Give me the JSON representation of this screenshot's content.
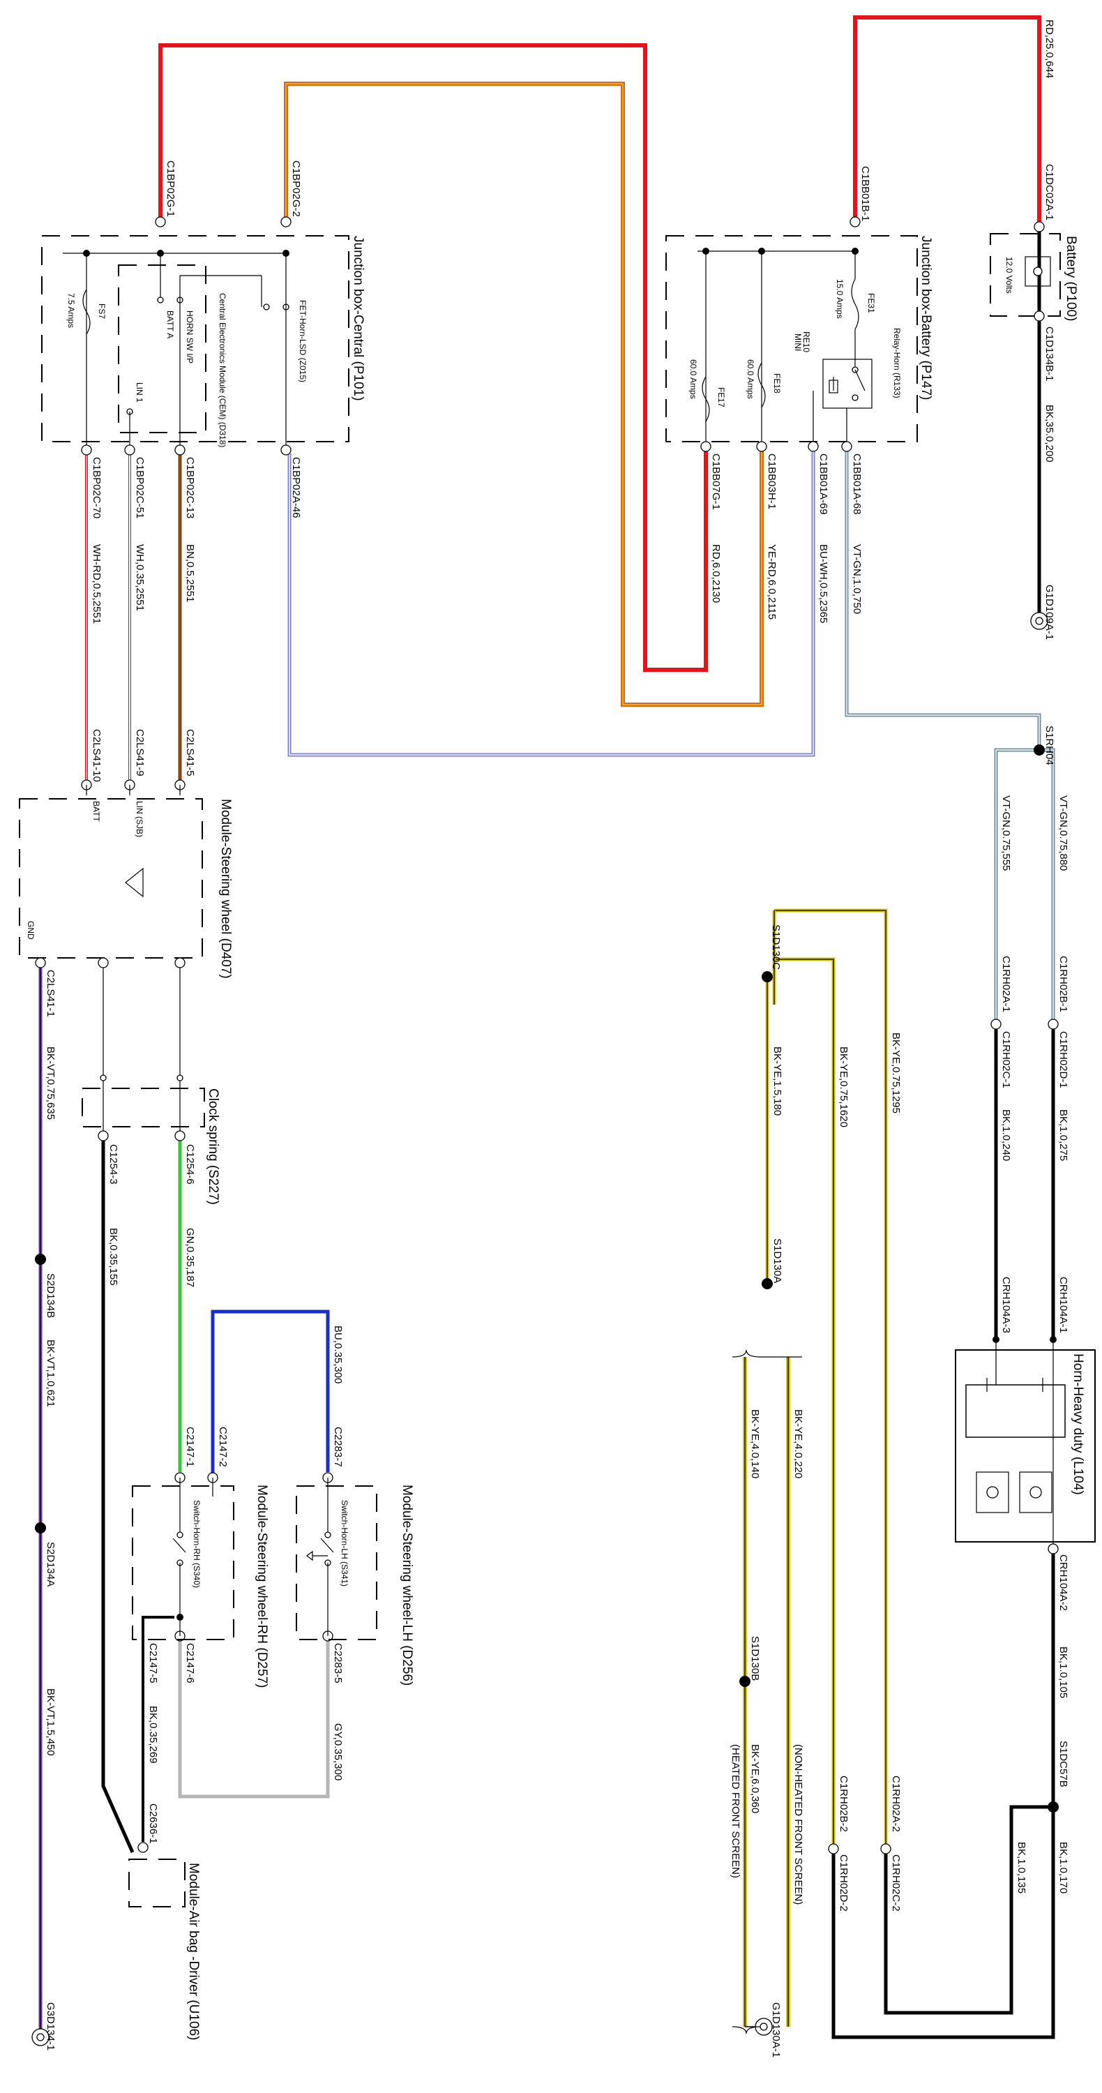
{
  "colors": {
    "red": "#e8121b",
    "orange": "#d2691e",
    "blue_light": "#7b7fd9",
    "slate": "#6f8fa0",
    "yellow": "#d8c400",
    "green": "#3cc23c",
    "blue": "#1a2fc9",
    "violet": "#6b3fa0",
    "brown": "#8b4513",
    "gray": "#b5b5b5",
    "black": "#000000"
  },
  "components": {
    "battery": "Battery (P100)",
    "battery_voltage": "12.0 Volts",
    "jb_battery": "Junction box-Battery (P147)",
    "jb_central": "Junction box-Central (P101)",
    "horn": "Horn-Heavy duty (L104)",
    "module_sw": "Module-Steering wheel (D407)",
    "clock_spring": "Clock spring (S227)",
    "module_lh": "Module-Steering wheel-LH (D256)",
    "module_rh": "Module-Steering wheel-RH (D257)",
    "airbag": "Module-Air bag -Driver (U106)"
  },
  "fuses": {
    "fe31": "FE31",
    "fe31_rating": "15.0 Amps",
    "fe18": "FE18",
    "fe18_rating": "60.0 Amps",
    "fe17": "FE17",
    "fe17_rating": "60.0 Amps",
    "fs7": "FS7",
    "fs7_rating": "7.5 Amps",
    "relay": "Relay-Horn (R133)",
    "re10": "RE10",
    "mini": "MINI"
  },
  "internal": {
    "cem": "Central Electronics Module (CEM) (D318)",
    "fet": "FET-Horn-LSD (Z015)",
    "horn_sw_ip": "HORN SW I/P",
    "batt_a": "BATT A",
    "lin1": "LIN 1",
    "batt": "BATT",
    "lin_sjb": "LIN (SJB)",
    "gnd": "GND",
    "sw_lh": "Switch-Horn-LH (S341)",
    "sw_rh": "Switch-Horn-RH (S340)",
    "nonheated": "(NON-HEATED FRONT SCREEN)",
    "heated": "(HEATED FRONT SCREEN)"
  },
  "connectors": {
    "c1dc02a1": "C1DC02A-1",
    "c1d134b1": "C1D134B-1",
    "g1d109a1": "G1D109A-1",
    "c1bb01b1": "C1BB01B-1",
    "c1bb01a68": "C1BB01A-68",
    "c1bb01a69": "C1BB01A-69",
    "c1bb03h1": "C1BB03H-1",
    "c1bb07g1": "C1BB07G-1",
    "c1bp02g1": "C1BP02G-1",
    "c1bp02g2": "C1BP02G-2",
    "c1bp02c70": "C1BP02C-70",
    "c1bp02c51": "C1BP02C-51",
    "c1bp02c13": "C1BP02C-13",
    "c1bp02a46": "C1BP02A-46",
    "c2ls41_10": "C2LS41-10",
    "c2ls41_9": "C2LS41-9",
    "c2ls41_5": "C2LS41-5",
    "c2ls41_1": "C2LS41-1",
    "s1rh04": "S1RH04",
    "c1rh02b1": "C1RH02B-1",
    "c1rh02d1": "C1RH02D-1",
    "c1rh02a1": "C1RH02A-1",
    "c1rh02c1": "C1RH02C-1",
    "crh104a1": "CRH104A-1",
    "crh104a3": "CRH104A-3",
    "crh104a2": "CRH104A-2",
    "s1dc57b": "S1DC57B",
    "c1rh02a2": "C1RH02A-2",
    "c1rh02c2": "C1RH02C-2",
    "c1rh02b2": "C1RH02B-2",
    "c1rh02d2": "C1RH02D-2",
    "s1d130c": "S1D130C",
    "s1d130a": "S1D130A",
    "s1d130b": "S1D130B",
    "g1d130a1": "G1D130A-1",
    "c1254_3": "C1254-3",
    "c1254_6": "C1254-6",
    "s2d134b": "S2D134B",
    "s2d134a": "S2D134A",
    "c2283_7": "C2283-7",
    "c2283_5": "C2283-5",
    "c2147_2": "C2147-2",
    "c2147_1": "C2147-1",
    "c2147_6": "C2147-6",
    "c2147_5": "C2147-5",
    "c2636_1": "C2636-1",
    "g3d134_1": "G3D134-1"
  },
  "wires": {
    "rd_25_644": "RD,25.0,644",
    "bk_35_200": "BK,35.0,200",
    "vt_gn_1_750": "VT-GN,1.0,750",
    "bu_wh_2365": "BU-WH,0.5,2365",
    "ye_rd_2115": "YE-RD,6.0,2115",
    "rd_6_2130": "RD,6.0,2130",
    "bn_2551": "BN,0.5,2551",
    "wh_2551": "WH,0.35,2551",
    "wh_rd_2551": "WH-RD,0.5,2551",
    "vt_gn_880": "VT-GN,0.75,880",
    "vt_gn_555": "VT-GN,0.75,555",
    "bk_1_275": "BK,1.0,275",
    "bk_1_240": "BK,1.0,240",
    "bk_ye_1295": "BK-YE,0.75,1295",
    "bk_ye_1620": "BK-YE,0.75,1620",
    "bk_ye_180": "BK-YE,1.5,180",
    "bk_ye_220": "BK-YE,4.0,220",
    "bk_ye_140": "BK-YE,4.0,140",
    "bk_ye_360": "BK-YE,6.0,360",
    "bk_1_105": "BK,1.0,105",
    "bk_1_170": "BK,1.0,170",
    "bk_1_135": "BK,1.0,135",
    "bk_vt_635": "BK-VT,0.75,635",
    "bk_vt_621": "BK-VT,1.0,621",
    "bk_vt_450": "BK-VT,1.5,450",
    "bk_155": "BK,0.35,155",
    "gn_187": "GN,0.35,187",
    "bu_300": "BU,0.35,300",
    "gy_300": "GY,0.35,300",
    "bk_269": "BK,0.35,269"
  }
}
